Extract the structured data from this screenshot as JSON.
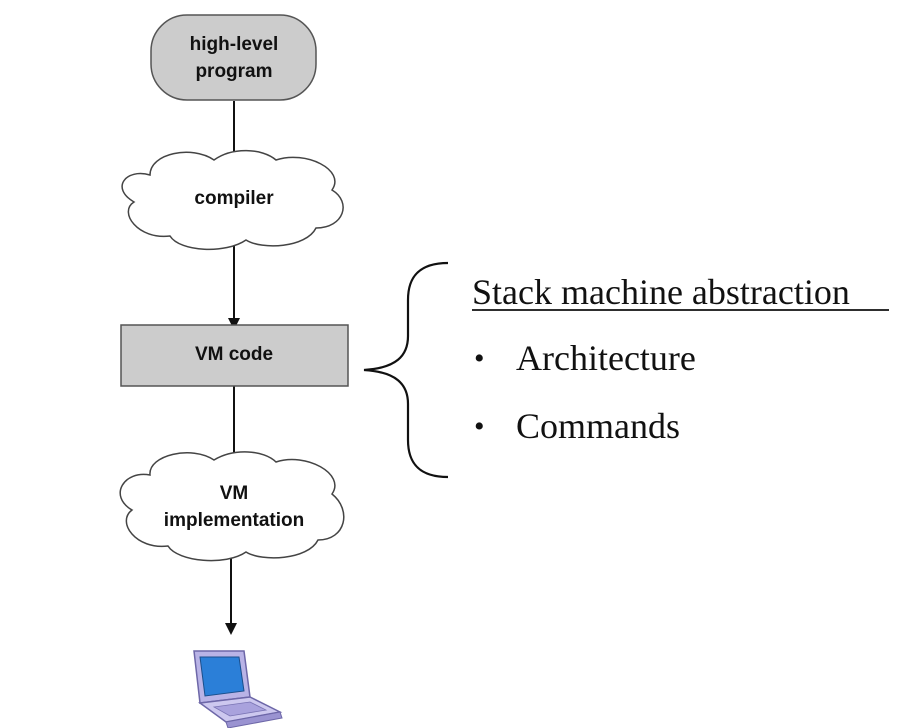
{
  "nodes": {
    "high_level_program": {
      "line1": "high-level",
      "line2": "program"
    },
    "compiler": {
      "label": "compiler"
    },
    "vm_code": {
      "label": "VM code"
    },
    "vm_implementation": {
      "line1": "VM",
      "line2": "implementation"
    }
  },
  "annotation": {
    "title": "Stack machine abstraction",
    "bullets": [
      "Architecture",
      "Commands"
    ]
  },
  "icons": {
    "computer": "laptop-icon"
  },
  "colors": {
    "node_fill": "#cccccc",
    "cloud_fill": "#ffffff",
    "stroke": "#444444",
    "laptop_body": "#b9b3e6",
    "laptop_screen": "#2b7fd8"
  }
}
